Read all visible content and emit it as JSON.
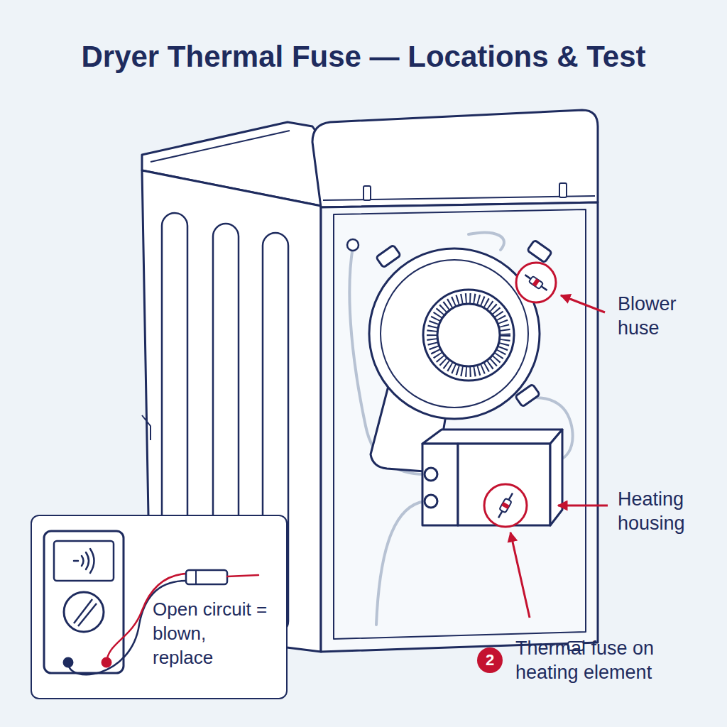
{
  "diagram": {
    "title": "Dryer Thermal Fuse — Locations & Test",
    "nodes": [
      {
        "text": [
          "Open circuit = blown, replace"
        ]
      },
      {
        "text": [
          "2"
        ]
      }
    ],
    "labels": [
      "Blower huse",
      "Heating housing",
      "Thermal fuse on heating element"
    ]
  }
}
